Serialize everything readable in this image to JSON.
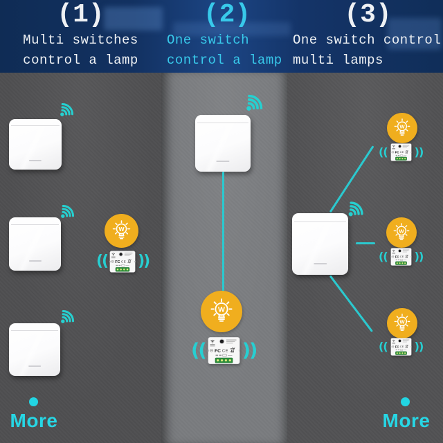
{
  "header": {
    "panels": [
      {
        "number": "(1)",
        "line1": "Multi switches",
        "line2": "control a lamp"
      },
      {
        "number": "(2)",
        "line1": "One switch",
        "line2": "control a lamp"
      },
      {
        "number": "(3)",
        "line1": "One switch control",
        "line2": "multi lamps"
      }
    ]
  },
  "scene": {
    "panel1": {
      "switch_count": 3,
      "lamp_count": 1,
      "receiver_count": 1
    },
    "panel2": {
      "switch_count": 1,
      "lamp_count": 1,
      "receiver_count": 1
    },
    "panel3": {
      "switch_count": 1,
      "lamp_count": 3,
      "receiver_count": 3
    }
  },
  "footer": {
    "more_left": "More",
    "more_right": "More"
  },
  "receiver_module": {
    "fcc": "FC",
    "ce": "CE"
  },
  "waves": {
    "left": "((",
    "right": "))"
  },
  "lamp": {
    "letter": "W"
  },
  "colors": {
    "teal": "#26d0d0",
    "cyan_text": "#38c9ea",
    "lamp_yellow": "#f0ae1e",
    "header_blue": "#12325f",
    "panel_dark": "#4f4f51",
    "panel_light": "#7a7c7f"
  }
}
